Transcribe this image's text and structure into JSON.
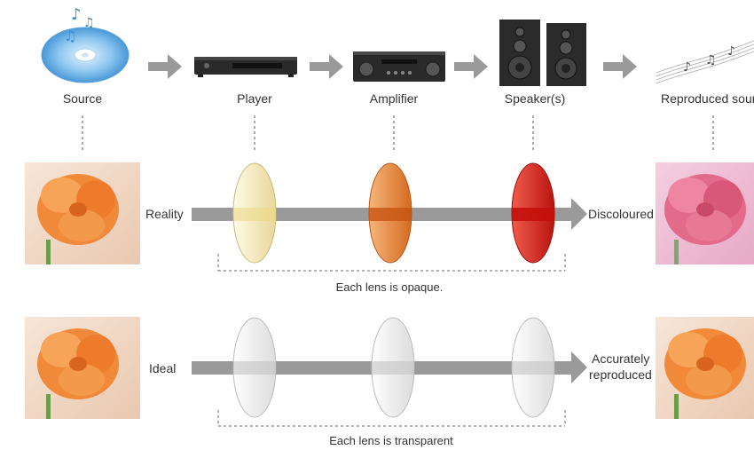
{
  "chain": {
    "stages": [
      {
        "label": "Source",
        "icon": "cd-icon"
      },
      {
        "label": "Player",
        "icon": "player-icon"
      },
      {
        "label": "Amplifier",
        "icon": "amplifier-icon"
      },
      {
        "label": "Speaker(s)",
        "icon": "speakers-icon"
      },
      {
        "label": "Reproduced sound",
        "icon": "music-notes-icon"
      }
    ]
  },
  "reality": {
    "label": "Reality",
    "result": "Discoloured",
    "caption": "Each lens is opaque.",
    "lens_colors": [
      "#f3e7b4",
      "#e88a3c",
      "#e02a22"
    ]
  },
  "ideal": {
    "label": "Ideal",
    "result_line1": "Accurately",
    "result_line2": "reproduced",
    "caption": "Each lens is transparent",
    "lens_colors": [
      "#eeeeee",
      "#eeeeee",
      "#eeeeee"
    ]
  },
  "colors": {
    "arrow": "#9a9a9a",
    "flower": "#f08a3a",
    "flower_discoloured": "#e26a8a"
  }
}
